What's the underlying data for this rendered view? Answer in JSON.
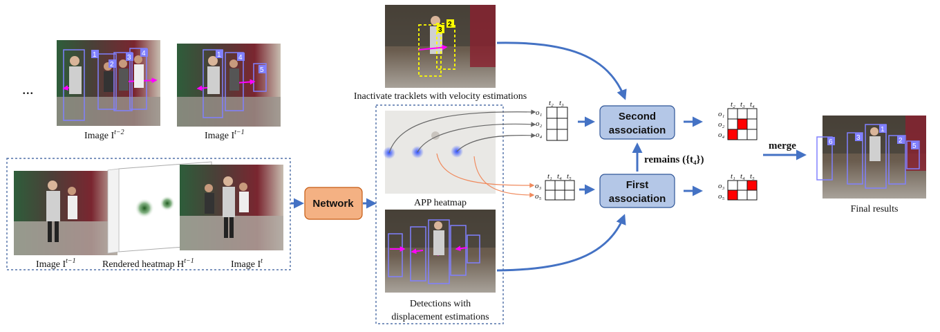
{
  "ellipsis": "...",
  "frames": {
    "prev2_caption": "Image I",
    "prev2_sup": "t−2",
    "prev1_caption": "Image I",
    "prev1_sup": "t−1",
    "input_prev_caption": "Image I",
    "input_prev_sup": "t−1",
    "heatmap_caption": "Rendered heatmap H",
    "heatmap_sup": "t−1",
    "input_cur_caption": "Image I",
    "input_cur_sup": "t"
  },
  "network": {
    "label": "Network"
  },
  "panels": {
    "tracklets_caption": "Inactivate tracklets with velocity estimations",
    "app_caption": "APP heatmap",
    "detections_caption_1": "Detections with",
    "detections_caption_2": "displacement estimations"
  },
  "matrices": {
    "second_in": {
      "cols": [
        "t₂",
        "t₃"
      ],
      "rows": [
        "o₁",
        "o₂",
        "o₄"
      ]
    },
    "first_in": {
      "cols": [
        "t₁",
        "t₄",
        "t₅"
      ],
      "rows": [
        "o₃",
        "o₅"
      ]
    },
    "second_out": {
      "cols": [
        "t₂",
        "t₃",
        "t₄"
      ],
      "rows": [
        "o₁",
        "o₂",
        "o₄"
      ],
      "filled": [
        [
          1,
          1
        ],
        [
          2,
          0
        ]
      ]
    },
    "first_out": {
      "cols": [
        "t₁",
        "t₄",
        "t₅"
      ],
      "rows": [
        "o₃",
        "o₅"
      ],
      "filled": [
        [
          0,
          2
        ],
        [
          1,
          0
        ]
      ]
    }
  },
  "association": {
    "second_line1": "Second",
    "second_line2": "association",
    "first_line1": "First",
    "first_line2": "association",
    "remains": "remains ({t₄})"
  },
  "merge": {
    "label": "merge"
  },
  "final": {
    "caption": "Final results"
  },
  "track_ids": {
    "prev2": [
      "1",
      "2",
      "3",
      "4"
    ],
    "prev1": [
      "1",
      "4",
      "5"
    ],
    "tracklets": [
      "3",
      "2"
    ],
    "final": [
      "6",
      "3",
      "1",
      "2",
      "5"
    ]
  },
  "colors": {
    "arrow": "#4472c4",
    "box_fill": "#b4c7e7",
    "box_stroke": "#2f5597",
    "network_fill": "#f4b183",
    "network_stroke": "#c55a11",
    "track_box": "#8080ff",
    "motion_arrow": "#ff00ff",
    "tracklet_box": "#ffff00",
    "orange_arrow": "#f08a5d",
    "gray_arrow": "#666666",
    "match_fill": "#ff0000",
    "dash": "#2f5597"
  }
}
